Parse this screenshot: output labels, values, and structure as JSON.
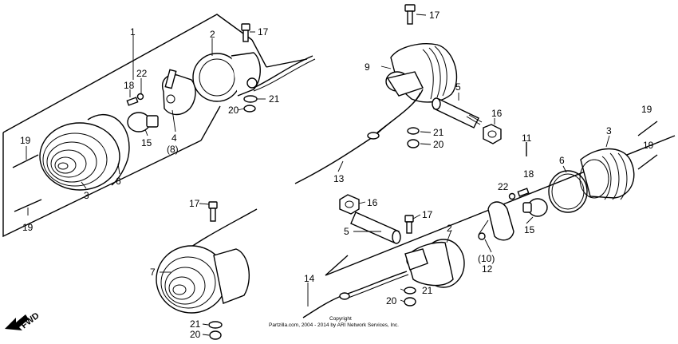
{
  "diagram": {
    "labels": {
      "l1": "1",
      "l2": "2",
      "l3": "3",
      "l4": "4",
      "l4b": "(8)",
      "l5": "5",
      "l6": "6",
      "l7": "7",
      "l9": "9",
      "l11": "11",
      "l12": "12",
      "l10": "(10)",
      "l13": "13",
      "l14": "14",
      "l15": "15",
      "l16": "16",
      "l17": "17",
      "l18": "18",
      "l19": "19",
      "l20": "20",
      "l21": "21",
      "l22": "22"
    },
    "fwd": "FWD",
    "copyright_line1": "Copyright",
    "copyright_line2": "Partzilla.com, 2004 - 2014 by ARI Network Services, Inc."
  }
}
